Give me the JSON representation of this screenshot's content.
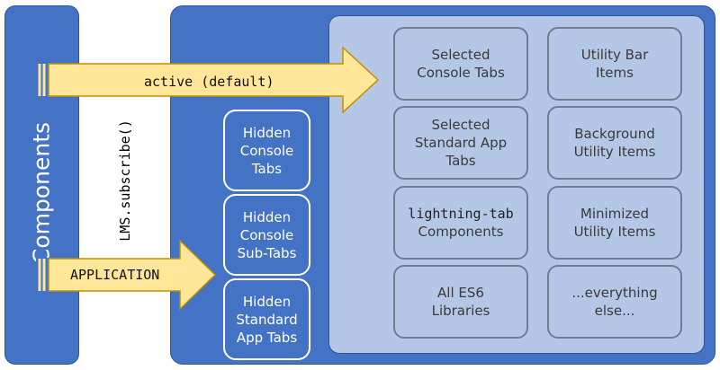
{
  "components_label": "Components",
  "subscribe_label": "LMS.subscribe()",
  "arrows": {
    "active_label": "active (default)",
    "application_label": "APPLICATION"
  },
  "hidden_boxes": [
    {
      "line1": "Hidden",
      "line2": "Console",
      "line3": "Tabs"
    },
    {
      "line1": "Hidden",
      "line2": "Console",
      "line3": "Sub-Tabs"
    },
    {
      "line1": "Hidden",
      "line2": "Standard",
      "line3": "App Tabs"
    }
  ],
  "scope_boxes": [
    {
      "line1": "Selected",
      "line2": "Console Tabs"
    },
    {
      "line1": "Utility Bar",
      "line2": "Items"
    },
    {
      "line1": "Selected",
      "line2": "Standard App",
      "line3": "Tabs"
    },
    {
      "line1": "Background",
      "line2": "Utility Items"
    },
    {
      "line1": "lightning-tab",
      "line2": "Components"
    },
    {
      "line1": "Minimized",
      "line2": "Utility Items"
    },
    {
      "line1": "All ES6",
      "line2": "Libraries"
    },
    {
      "line1": "...everything",
      "line2": "else..."
    }
  ],
  "colors": {
    "panel_blue": "#4472c4",
    "inner_blue": "#b4c7e7",
    "arrow_yellow": "#ffe699",
    "arrow_stroke": "#bf9000"
  }
}
